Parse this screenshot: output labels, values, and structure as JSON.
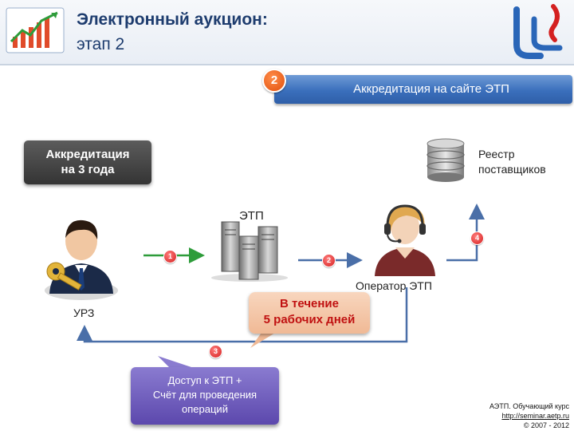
{
  "header": {
    "title_line1": "Электронный аукцион:",
    "title_line2": "этап 2",
    "icon": "growth-chart-icon",
    "logo": "brand-logo-icon"
  },
  "step": {
    "number": "2",
    "label": "Аккредитация на сайте ЭТП"
  },
  "accreditation": {
    "line1": "Аккредитация",
    "line2": "на 3 года"
  },
  "registry": {
    "line1": "Реестр",
    "line2": "поставщиков",
    "icon": "database-icon"
  },
  "etp": {
    "label": "ЭТП",
    "icon": "servers-icon"
  },
  "operator": {
    "label": "Оператор ЭТП",
    "icon": "operator-headset-icon"
  },
  "urz": {
    "label": "УРЗ",
    "icon": "user-with-key-icon"
  },
  "flow_numbers": {
    "one": "1",
    "two": "2",
    "three": "3",
    "four": "4"
  },
  "term_note": {
    "line1": "В течение",
    "line2": "5 рабочих дней"
  },
  "access": {
    "line1": "Доступ к ЭТП +",
    "line2": "Счёт для проведения",
    "line3": "операций"
  },
  "footer": {
    "line1": "АЭТП. Обучающий курс",
    "line2": "http://seminar.aetp.ru",
    "line3": "© 2007 - 2012"
  },
  "colors": {
    "title": "#1d3c6e",
    "banner": "#3a6fbc",
    "badge": "#e14f0c",
    "arrow_green": "#2e9c3a",
    "arrow_blue": "#4a6fa8",
    "note_text": "#c01111",
    "access_box": "#5c48ad"
  }
}
